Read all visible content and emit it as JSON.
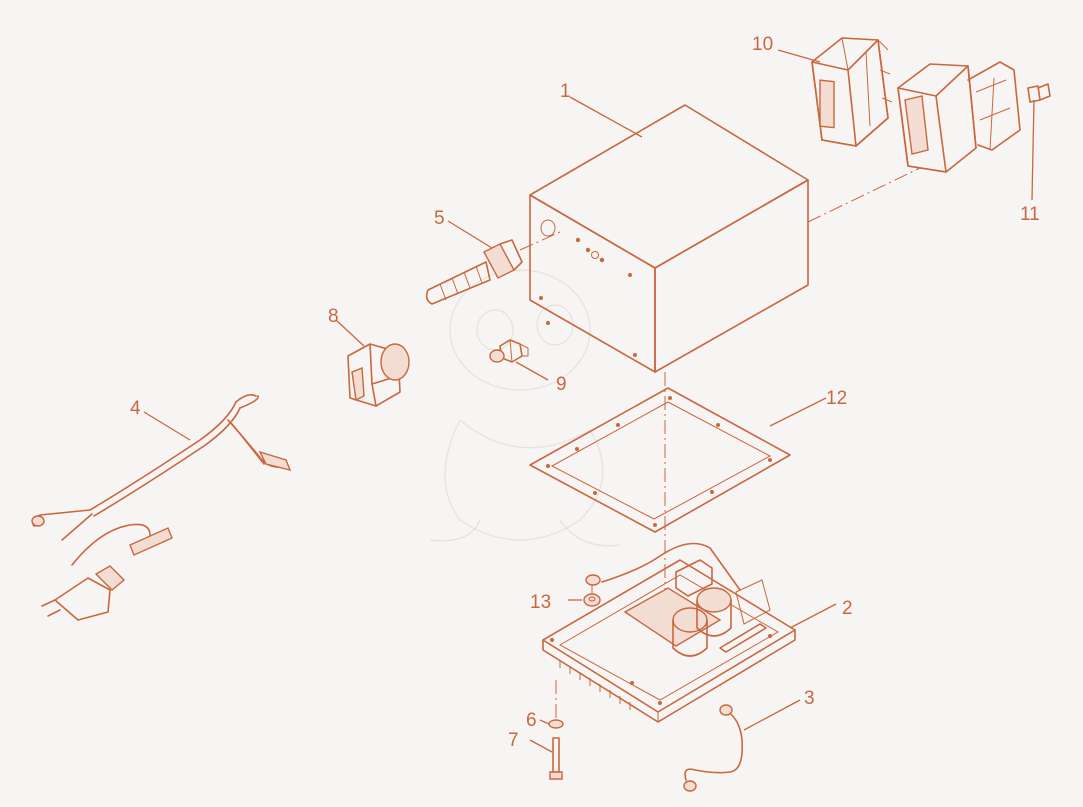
{
  "labels": {
    "p1": "1",
    "p2": "2",
    "p3": "3",
    "p4": "4",
    "p5": "5",
    "p6": "6",
    "p7": "7",
    "p8": "8",
    "p9": "9",
    "p10": "10",
    "p11": "11",
    "p12": "12",
    "p13": "13"
  },
  "colors": {
    "line": "#c9673f",
    "background": "#f7f5f3"
  }
}
